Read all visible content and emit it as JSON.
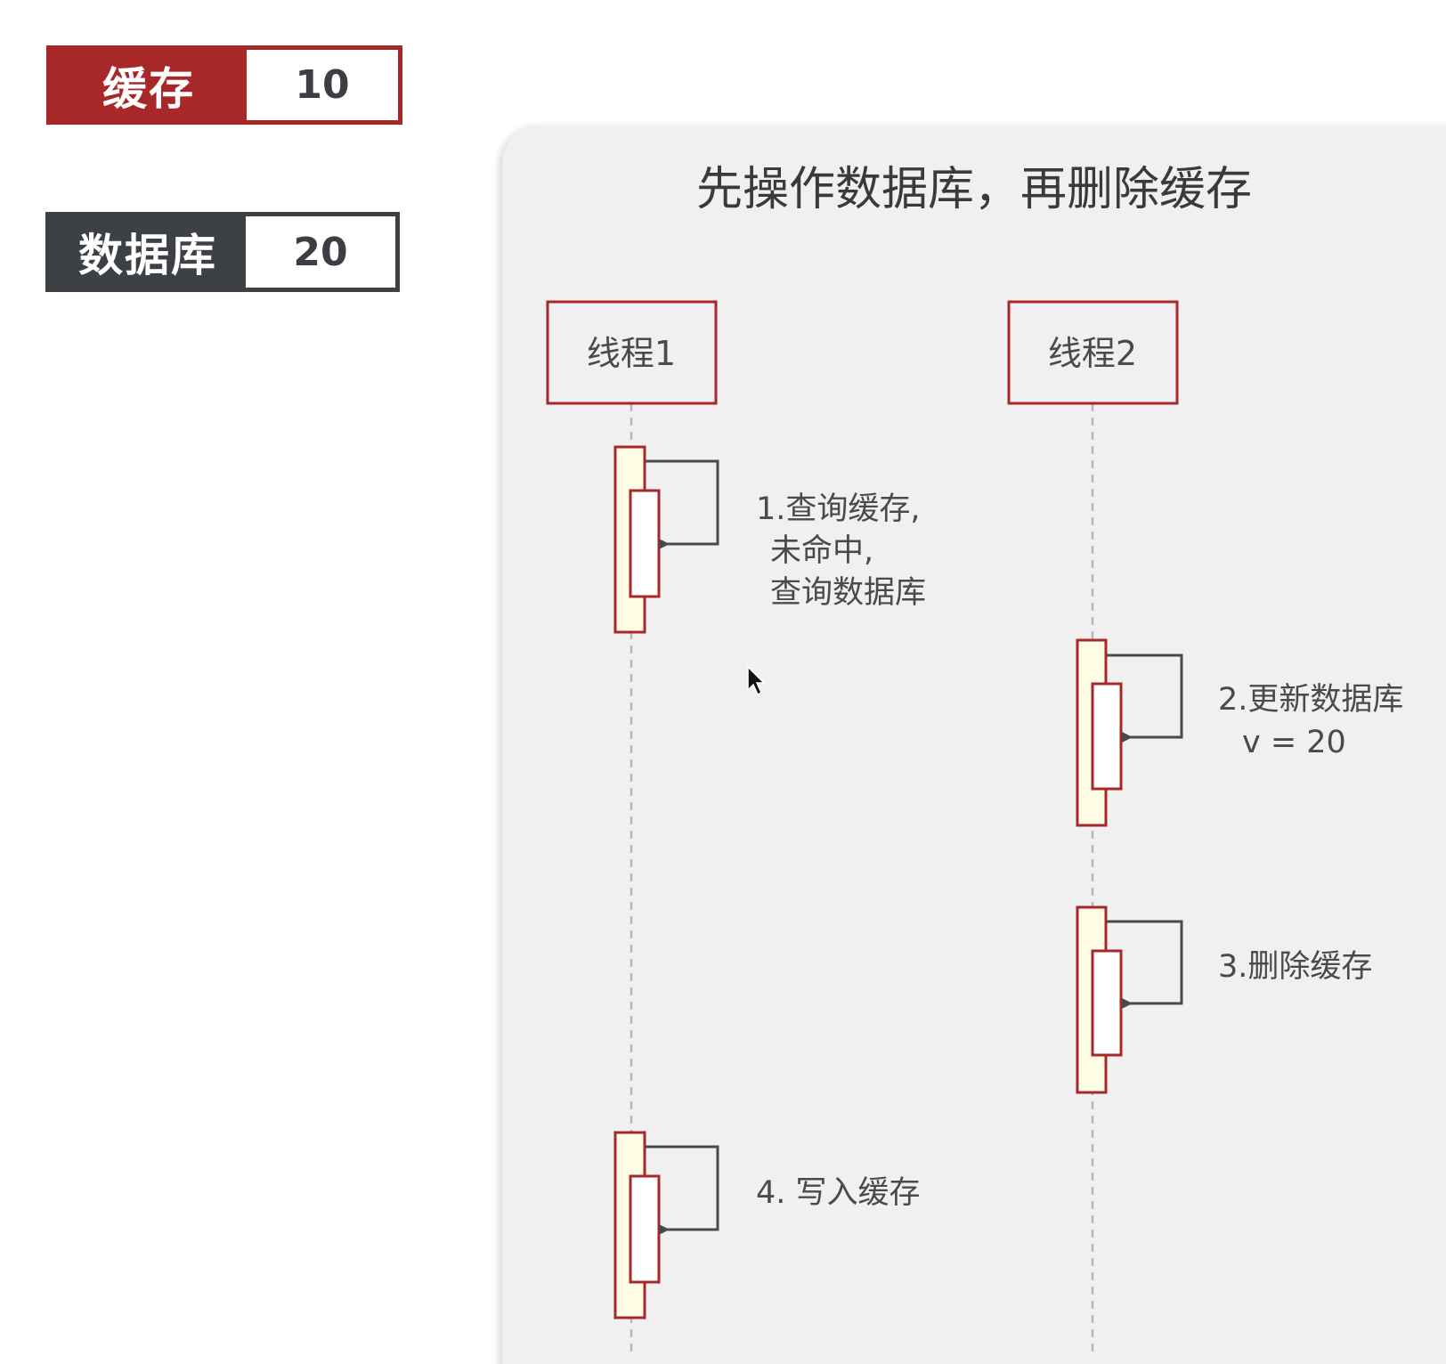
{
  "cache_box": {
    "label": "缓存",
    "value": "10"
  },
  "database_box": {
    "label": "数据库",
    "value": "20"
  },
  "diagram": {
    "title": "先操作数据库，再删除缓存",
    "participants": [
      "线程1",
      "线程2"
    ],
    "steps": [
      {
        "thread": "线程1",
        "lines": [
          "1.查询缓存,",
          "未命中,",
          "查询数据库"
        ]
      },
      {
        "thread": "线程2",
        "lines": [
          "2.更新数据库",
          "v = 20"
        ]
      },
      {
        "thread": "线程2",
        "lines": [
          "3.删除缓存"
        ]
      },
      {
        "thread": "线程1",
        "lines": [
          "4. 写入缓存"
        ]
      }
    ]
  },
  "colors": {
    "red": "#a8282a",
    "dark": "#3d4044",
    "activation_fill": "#fffce6",
    "panel": "#f0f0f0"
  }
}
